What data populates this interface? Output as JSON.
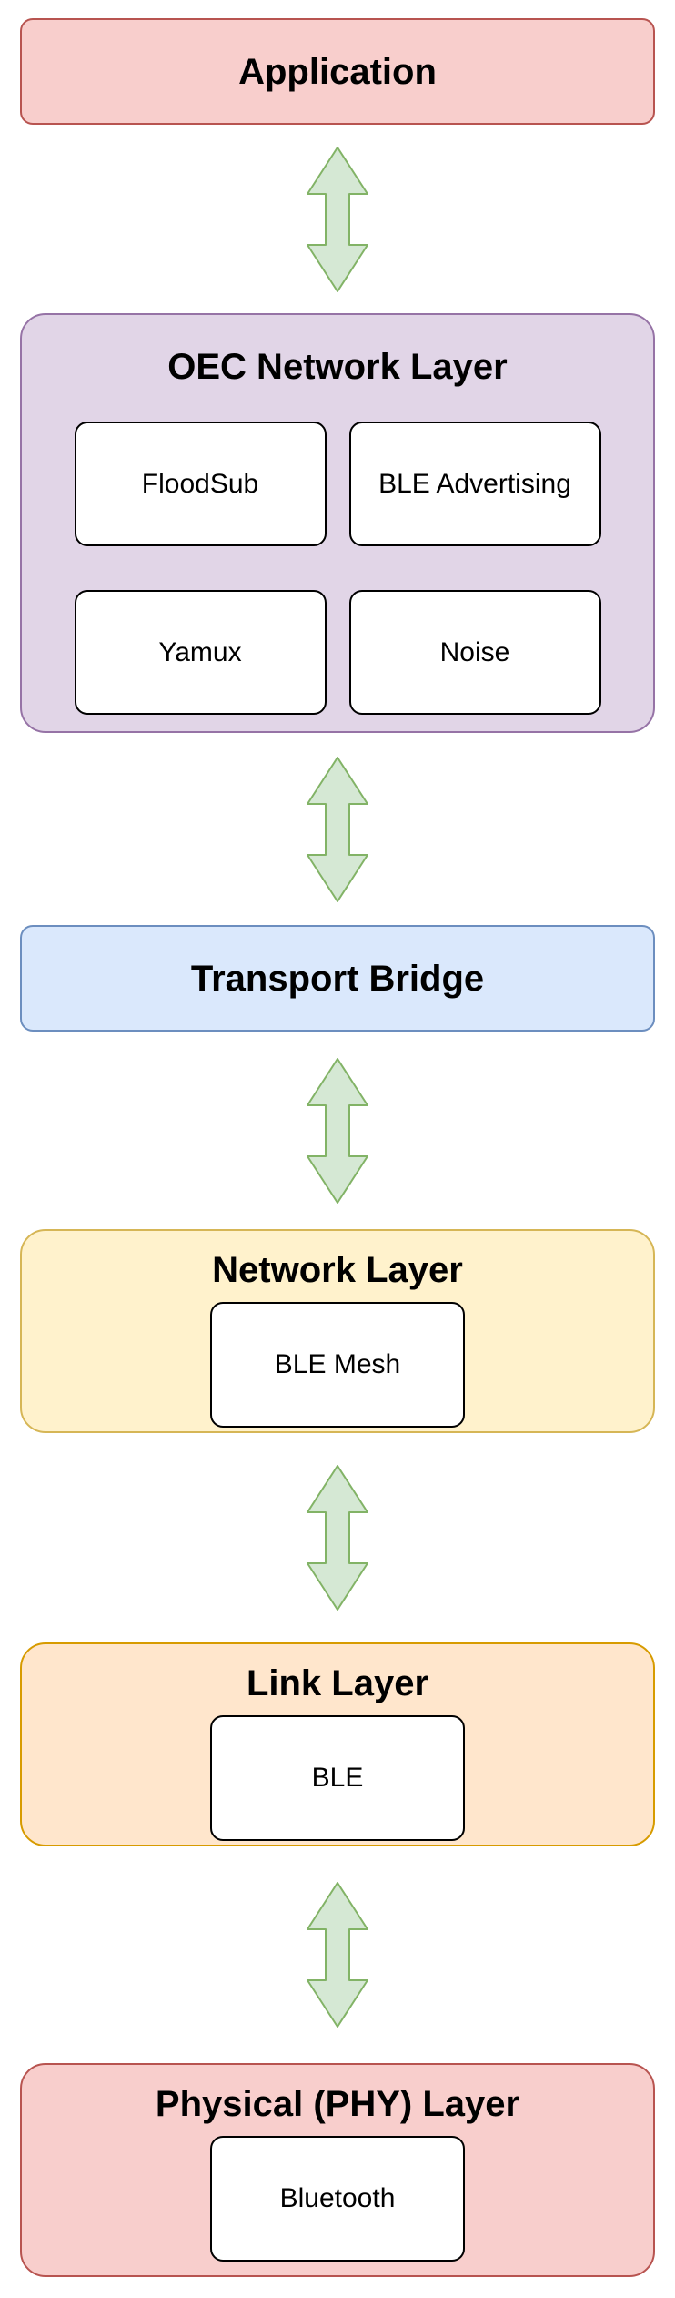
{
  "canvas": {
    "background": "#ffffff"
  },
  "arrow": {
    "type": "bidirectional-vertical",
    "fill": "#D5E8D4",
    "stroke": "#82B366"
  },
  "layers": [
    {
      "title": "Application",
      "fill": "#F8CECC",
      "stroke": "#B85450",
      "children": []
    },
    {
      "title": "OEC Network Layer",
      "fill": "#E1D5E7",
      "stroke": "#9673A6",
      "children": [
        "FloodSub",
        "BLE Advertising",
        "Yamux",
        "Noise"
      ]
    },
    {
      "title": "Transport Bridge",
      "fill": "#DAE8FC",
      "stroke": "#6C8EBF",
      "children": []
    },
    {
      "title": "Network Layer",
      "fill": "#FFF2CC",
      "stroke": "#D6B656",
      "children": [
        "BLE Mesh"
      ]
    },
    {
      "title": "Link Layer",
      "fill": "#FFE6CC",
      "stroke": "#D79B00",
      "children": [
        "BLE"
      ]
    },
    {
      "title": "Physical (PHY) Layer",
      "fill": "#F8CECC",
      "stroke": "#B85450",
      "children": [
        "Bluetooth"
      ]
    }
  ]
}
